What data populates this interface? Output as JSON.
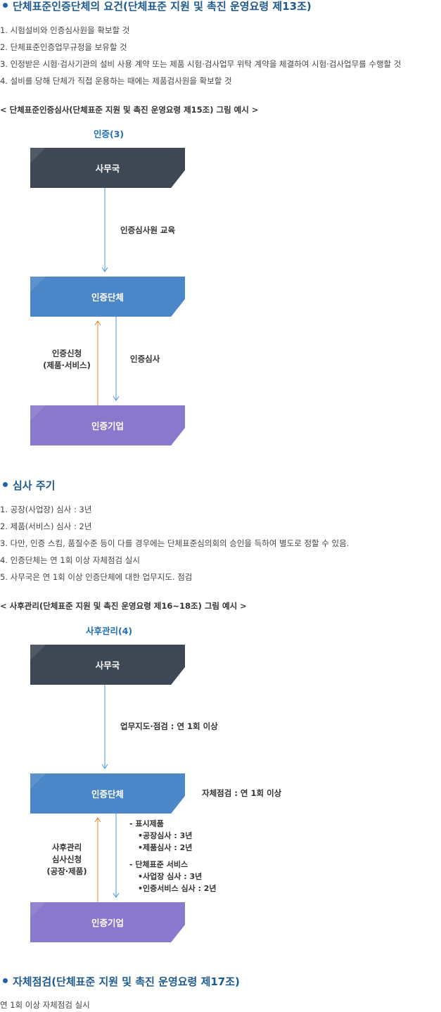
{
  "section1": {
    "heading": "단체표준인증단체의 요건(단체표준 지원 및 촉진 운영요령 제13조)",
    "items": [
      "1. 시험설비와 인증심사원을 확보할 것",
      "2. 단체표준인증업무규정을 보유할 것",
      "3. 인정받은 시험·검사기관의 설비 사용 계약 또는 제품 시험·검사업무 위탁 계약을 체결하여 시험·검사업무를 수행할 것",
      "4. 설비를 당해 단체가 직접 운용하는 때에는 제품검사원을 확보할 것"
    ]
  },
  "diagram1": {
    "caption": "< 단체표준인증심사(단체표준 지원 및 촉진 운영요령 제15조) 그림 예시 >",
    "title": "인증(3)",
    "box_top": "사무국",
    "box_middle": "인증단체",
    "box_bottom": "인증기업",
    "label_top": "인증심사원 교육",
    "label_left_line1": "인증신청",
    "label_left_line2": "(제품·서비스)",
    "label_right": "인증심사"
  },
  "section2": {
    "heading": "심사 주기",
    "items": [
      "1. 공장(사업장) 심사 : 3년",
      "2. 제품(서비스) 심사 : 2년",
      "3. 다만, 인증 스킴, 품질수준 등이 다를 경우에는 단체표준심의회의 승인을 득하여 별도로 정할 수 있음.",
      "4. 인증단체는 연 1회 이상 자체점검 실시",
      "5. 사무국은 연 1회 이상 인증단체에 대한 업무지도. 점검"
    ]
  },
  "diagram2": {
    "caption": "< 사후관리(단체표준 지원 및 촉진 운영요령 제16~18조) 그림 예시 >",
    "title": "사후관리(4)",
    "box_top": "사무국",
    "box_middle": "인증단체",
    "box_bottom": "인증기업",
    "label_top": "업무지도·점검 : 연 1회 이상",
    "label_side": "자체점검 : 연 1회 이상",
    "label_left_line1": "사후관리",
    "label_left_line2": "심사신청",
    "label_left_line3": "(공장·제품)",
    "detail": [
      "- 표시제품",
      "•공장심사 : 3년",
      "•제품심사 : 2년",
      "- 단체표준 서비스",
      "•사업장 심사 : 3년",
      "•인증서비스 심사 : 2년"
    ]
  },
  "section3": {
    "heading": "자체점검(단체표준 지원 및 촉진 운영요령 제17조)",
    "text": "연 1회 이상 자체점검 실시"
  },
  "colors": {
    "heading": "#1f5a8f",
    "box_dark": "#3e4754",
    "box_blue": "#4b86c8",
    "box_purple": "#8a78cc",
    "arrow_blue": "#4a9ad4",
    "arrow_orange": "#e08a2a"
  }
}
